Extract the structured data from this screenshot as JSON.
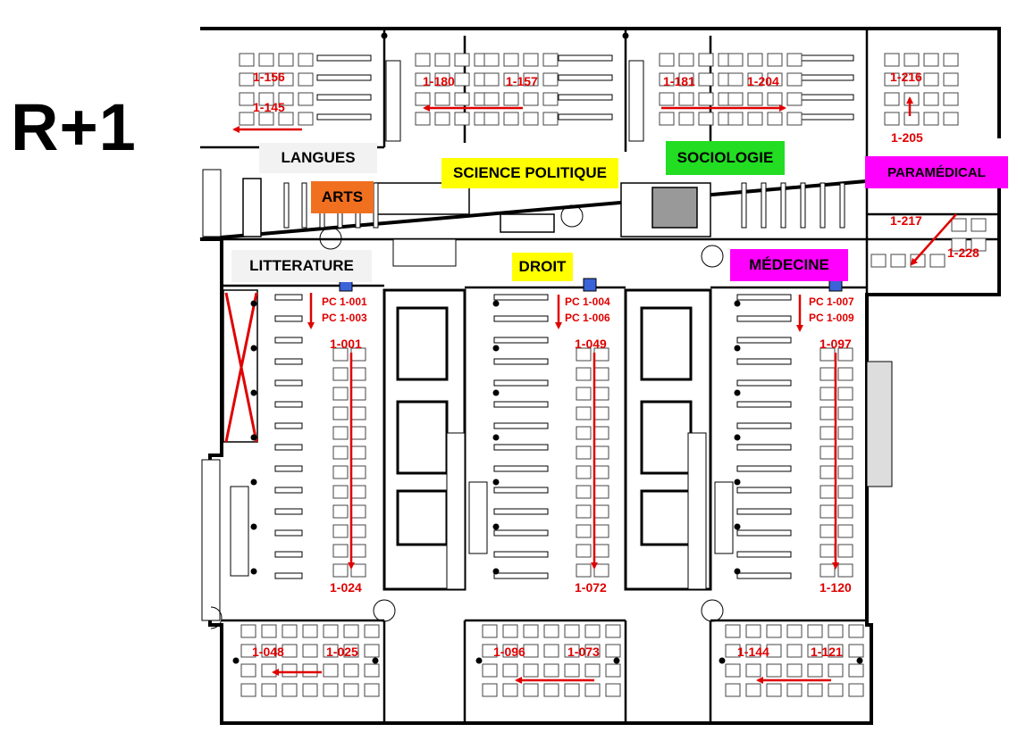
{
  "floor": "R+1",
  "sections": {
    "langues": "LANGUES",
    "arts": "ARTS",
    "science_politique": "SCIENCE POLITIQUE",
    "sociologie": "SOCIOLOGIE",
    "paramedical": "PARAMÉDICAL",
    "litterature": "LITTERATURE",
    "droit": "DROIT",
    "medecine": "MÉDECINE"
  },
  "section_colors": {
    "langues": "#f2f2f2",
    "arts": "#f07020",
    "science_politique": "#ffff00",
    "sociologie": "#22dd22",
    "paramedical": "#ff00ff",
    "litterature": "#f2f2f2",
    "droit": "#ffff00",
    "medecine": "#ff00ff"
  },
  "rooms": {
    "r156": "1-156",
    "r145": "1-145",
    "r180": "1-180",
    "r157": "1-157",
    "r181": "1-181",
    "r204": "1-204",
    "r216": "1-216",
    "r205": "1-205",
    "r217": "1-217",
    "r228": "1-228",
    "r001": "1-001",
    "r024": "1-024",
    "r049": "1-049",
    "r072": "1-072",
    "r097": "1-097",
    "r120": "1-120",
    "r048": "1-048",
    "r025": "1-025",
    "r096": "1-096",
    "r073": "1-073",
    "r144": "1-144",
    "r121": "1-121"
  },
  "computers": {
    "pc001": "PC 1-001",
    "pc003": "PC 1-003",
    "pc004": "PC 1-004",
    "pc006": "PC 1-006",
    "pc007": "PC 1-007",
    "pc009": "PC 1-009"
  },
  "icons": [
    "computer-icon",
    "door-icon",
    "stairs-icon",
    "direction-arrow",
    "crossed-out-area"
  ],
  "arrow_color": "#e00000"
}
